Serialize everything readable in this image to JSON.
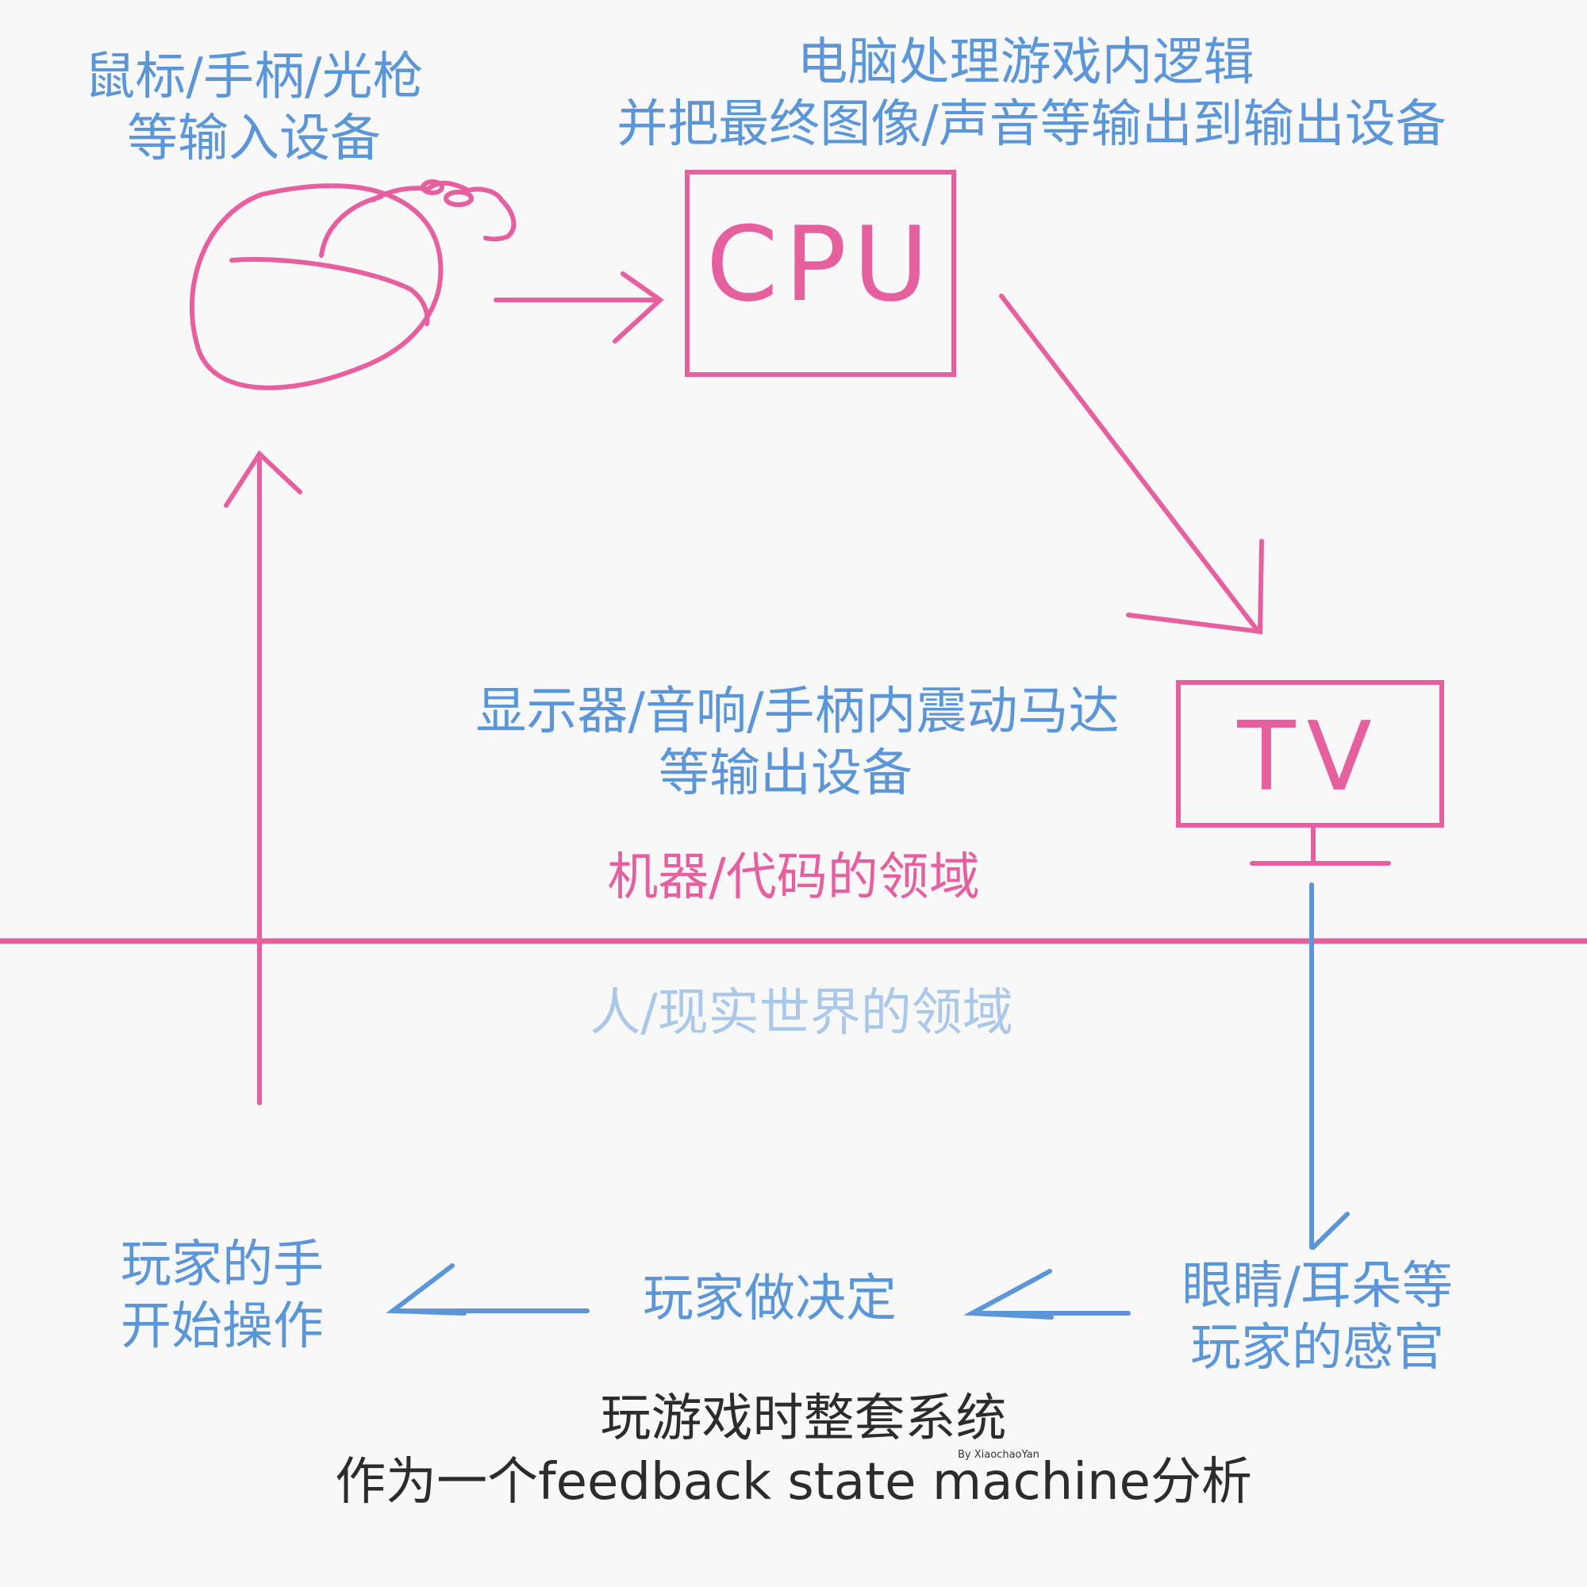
{
  "labels": {
    "input_devices": [
      "鼠标/手柄/光枪",
      "等输入设备"
    ],
    "cpu_processing": [
      "电脑处理游戏内逻辑",
      "并把最终图像/声音等输出到输出设备"
    ],
    "output_devices": [
      "显示器/音响/手柄内震动马达",
      "等输出设备"
    ],
    "machine_domain": "机器/代码的领域",
    "human_domain": "人/现实世界的领域",
    "player_senses": [
      "眼睛/耳朵等",
      "玩家的感官"
    ],
    "player_decision": "玩家做决定",
    "player_hands": [
      "玩家的手",
      "开始操作"
    ]
  },
  "boxes": {
    "cpu": "CPU",
    "tv": "TV"
  },
  "caption": {
    "line1": "玩游戏时整套系统",
    "line2": "作为一个feedback state machine分析"
  },
  "credit": "By XiaochaoYan",
  "colors": {
    "pink": "#e65f9f",
    "blue": "#5b96d8",
    "light_blue": "#a9c8ea",
    "caption": "#2c2c2c",
    "background": "#f8f8f9"
  }
}
